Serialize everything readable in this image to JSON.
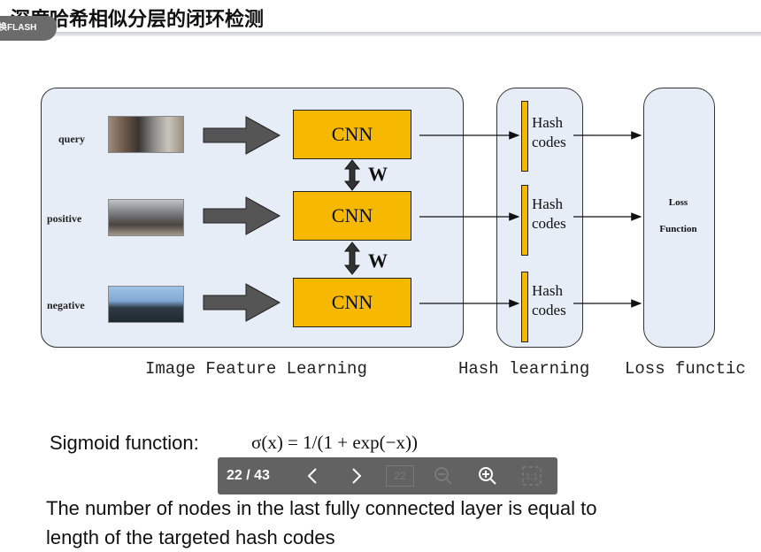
{
  "slide": {
    "title": "深度哈希相似分层的闭环检测",
    "flash_badge": "换FLASH"
  },
  "diagram": {
    "inputs": [
      {
        "label": "query"
      },
      {
        "label": "positive"
      },
      {
        "label": "negative"
      }
    ],
    "cnn_label": "CNN",
    "weight_label": "W",
    "hash_codes_line1": "Hash",
    "hash_codes_line2": "codes",
    "loss_line1": "Loss",
    "loss_line2": "Function",
    "captions": {
      "feature": "Image Feature Learning",
      "hash": "Hash learning",
      "loss": "Loss functic"
    }
  },
  "content": {
    "sigmoid_label": "Sigmoid function:",
    "sigmoid_formula": "σ(x) = 1/(1 + exp(−x))",
    "body_line1": "The number of nodes in the last fully connected layer is equal to",
    "body_line2": "length of the targeted hash codes"
  },
  "viewer": {
    "page_counter": "22 / 43",
    "page_input": "22"
  }
}
